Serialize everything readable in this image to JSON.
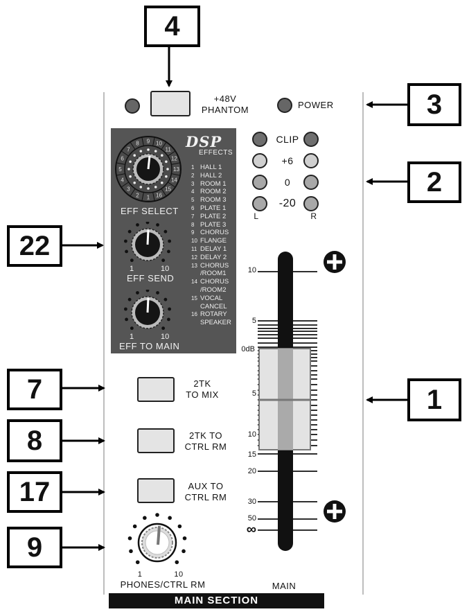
{
  "callouts": {
    "c4": "4",
    "c3": "3",
    "c2": "2",
    "c22": "22",
    "c1": "1",
    "c7": "7",
    "c8": "8",
    "c17": "17",
    "c9": "9"
  },
  "top": {
    "phantom_label_1": "+48V",
    "phantom_label_2": "PHANTOM",
    "power_label": "POWER"
  },
  "meter": {
    "clip": "CLIP",
    "plus6": "+6",
    "zero": "0",
    "minus20": "-20",
    "left": "L",
    "right": "R"
  },
  "effects": {
    "logo": "DSP",
    "heading": "EFFECTS",
    "select_label": "EFF SELECT",
    "send_label": "EFF SEND",
    "to_main_label": "EFF TO MAIN",
    "knob_min": "1",
    "knob_max": "10",
    "list": [
      {
        "num": "1",
        "name": "HALL 1"
      },
      {
        "num": "2",
        "name": "HALL 2"
      },
      {
        "num": "3",
        "name": "ROOM 1"
      },
      {
        "num": "4",
        "name": "ROOM 2"
      },
      {
        "num": "5",
        "name": "ROOM 3"
      },
      {
        "num": "6",
        "name": "PLATE 1"
      },
      {
        "num": "7",
        "name": "PLATE 2"
      },
      {
        "num": "8",
        "name": "PLATE 3"
      },
      {
        "num": "9",
        "name": "CHORUS"
      },
      {
        "num": "10",
        "name": "FLANGE"
      },
      {
        "num": "11",
        "name": "DELAY 1"
      },
      {
        "num": "12",
        "name": "DELAY 2"
      },
      {
        "num": "13",
        "name": "CHORUS",
        "sub": "/ROOM1"
      },
      {
        "num": "14",
        "name": "CHORUS",
        "sub": "/ROOM2"
      },
      {
        "num": "15",
        "name": "VOCAL",
        "sub": "CANCEL"
      },
      {
        "num": "16",
        "name": "ROTARY",
        "sub": "SPEAKER"
      }
    ],
    "dial_numbers": [
      "9",
      "10",
      "11",
      "12",
      "13",
      "14",
      "15",
      "16",
      "1",
      "2",
      "3",
      "4",
      "5",
      "6",
      "7",
      "8"
    ]
  },
  "buttons": {
    "tk_mix_1": "2TK",
    "tk_mix_2": "TO MIX",
    "tk_ctrl_1": "2TK TO",
    "tk_ctrl_2": "CTRL RM",
    "aux_ctrl_1": "AUX TO",
    "aux_ctrl_2": "CTRL RM"
  },
  "phones": {
    "min": "1",
    "max": "10",
    "label": "PHONES/CTRL RM"
  },
  "fader": {
    "ticks": {
      "t10a": "10",
      "t5a": "5",
      "t0": "0dB",
      "t5b": "5",
      "t10b": "10",
      "t15": "15",
      "t20": "20",
      "t30": "30",
      "t50": "50",
      "tinf": "∞"
    },
    "label": "MAIN"
  },
  "footer": "MAIN SECTION"
}
